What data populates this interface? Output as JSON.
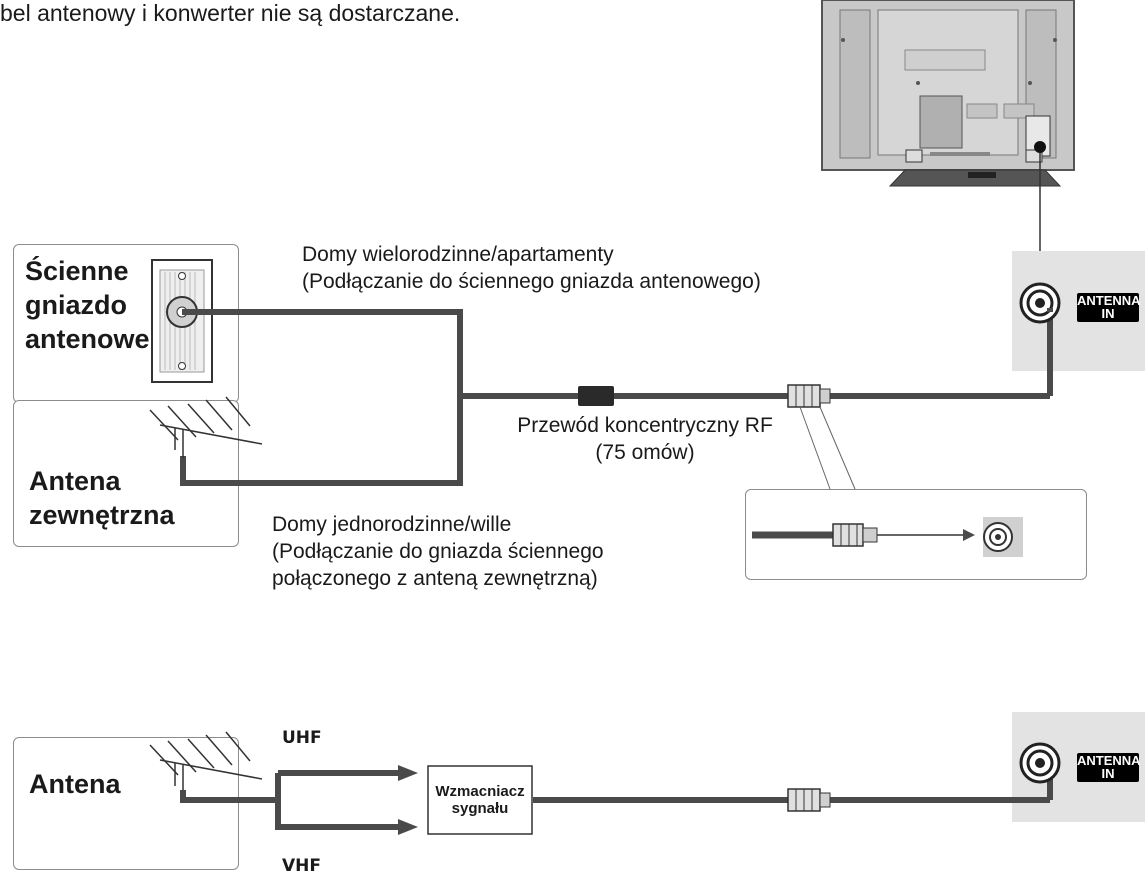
{
  "intro_text": "bel antenowy i konwerter nie są dostarczane.",
  "wall_socket_box": {
    "label_lines": [
      "Ścienne",
      "gniazdo",
      "antenowe"
    ]
  },
  "outdoor_antenna_box": {
    "label_lines": [
      "Antena",
      "zewnętrzna"
    ]
  },
  "apartments_note": {
    "lines": [
      "Domy wielorodzinne/apartamenty",
      "(Podłączanie do ściennego gniazda antenowego)"
    ]
  },
  "cable_note": {
    "lines": [
      "Przewód koncentryczny RF",
      "(75 omów)"
    ]
  },
  "houses_note": {
    "lines": [
      "Domy jednorodzinne/wille",
      "(Podłączanie do gniazda ściennego",
      "połączonego z anteną zewnętrzną)"
    ]
  },
  "antenna_in_badge": {
    "lines": [
      "ANTENNA",
      "IN"
    ]
  },
  "bottom_antenna_box": {
    "label": "Antena"
  },
  "bands": {
    "upper": "UHF",
    "lower": "VHF"
  },
  "amplifier": {
    "lines": [
      "Wzmacniacz",
      "sygnału"
    ]
  },
  "colors": {
    "cable": "#4a4a4a",
    "panel": "#e3e3e3",
    "tv_body": "#c8c8c8",
    "outline": "#8c8c8c"
  }
}
